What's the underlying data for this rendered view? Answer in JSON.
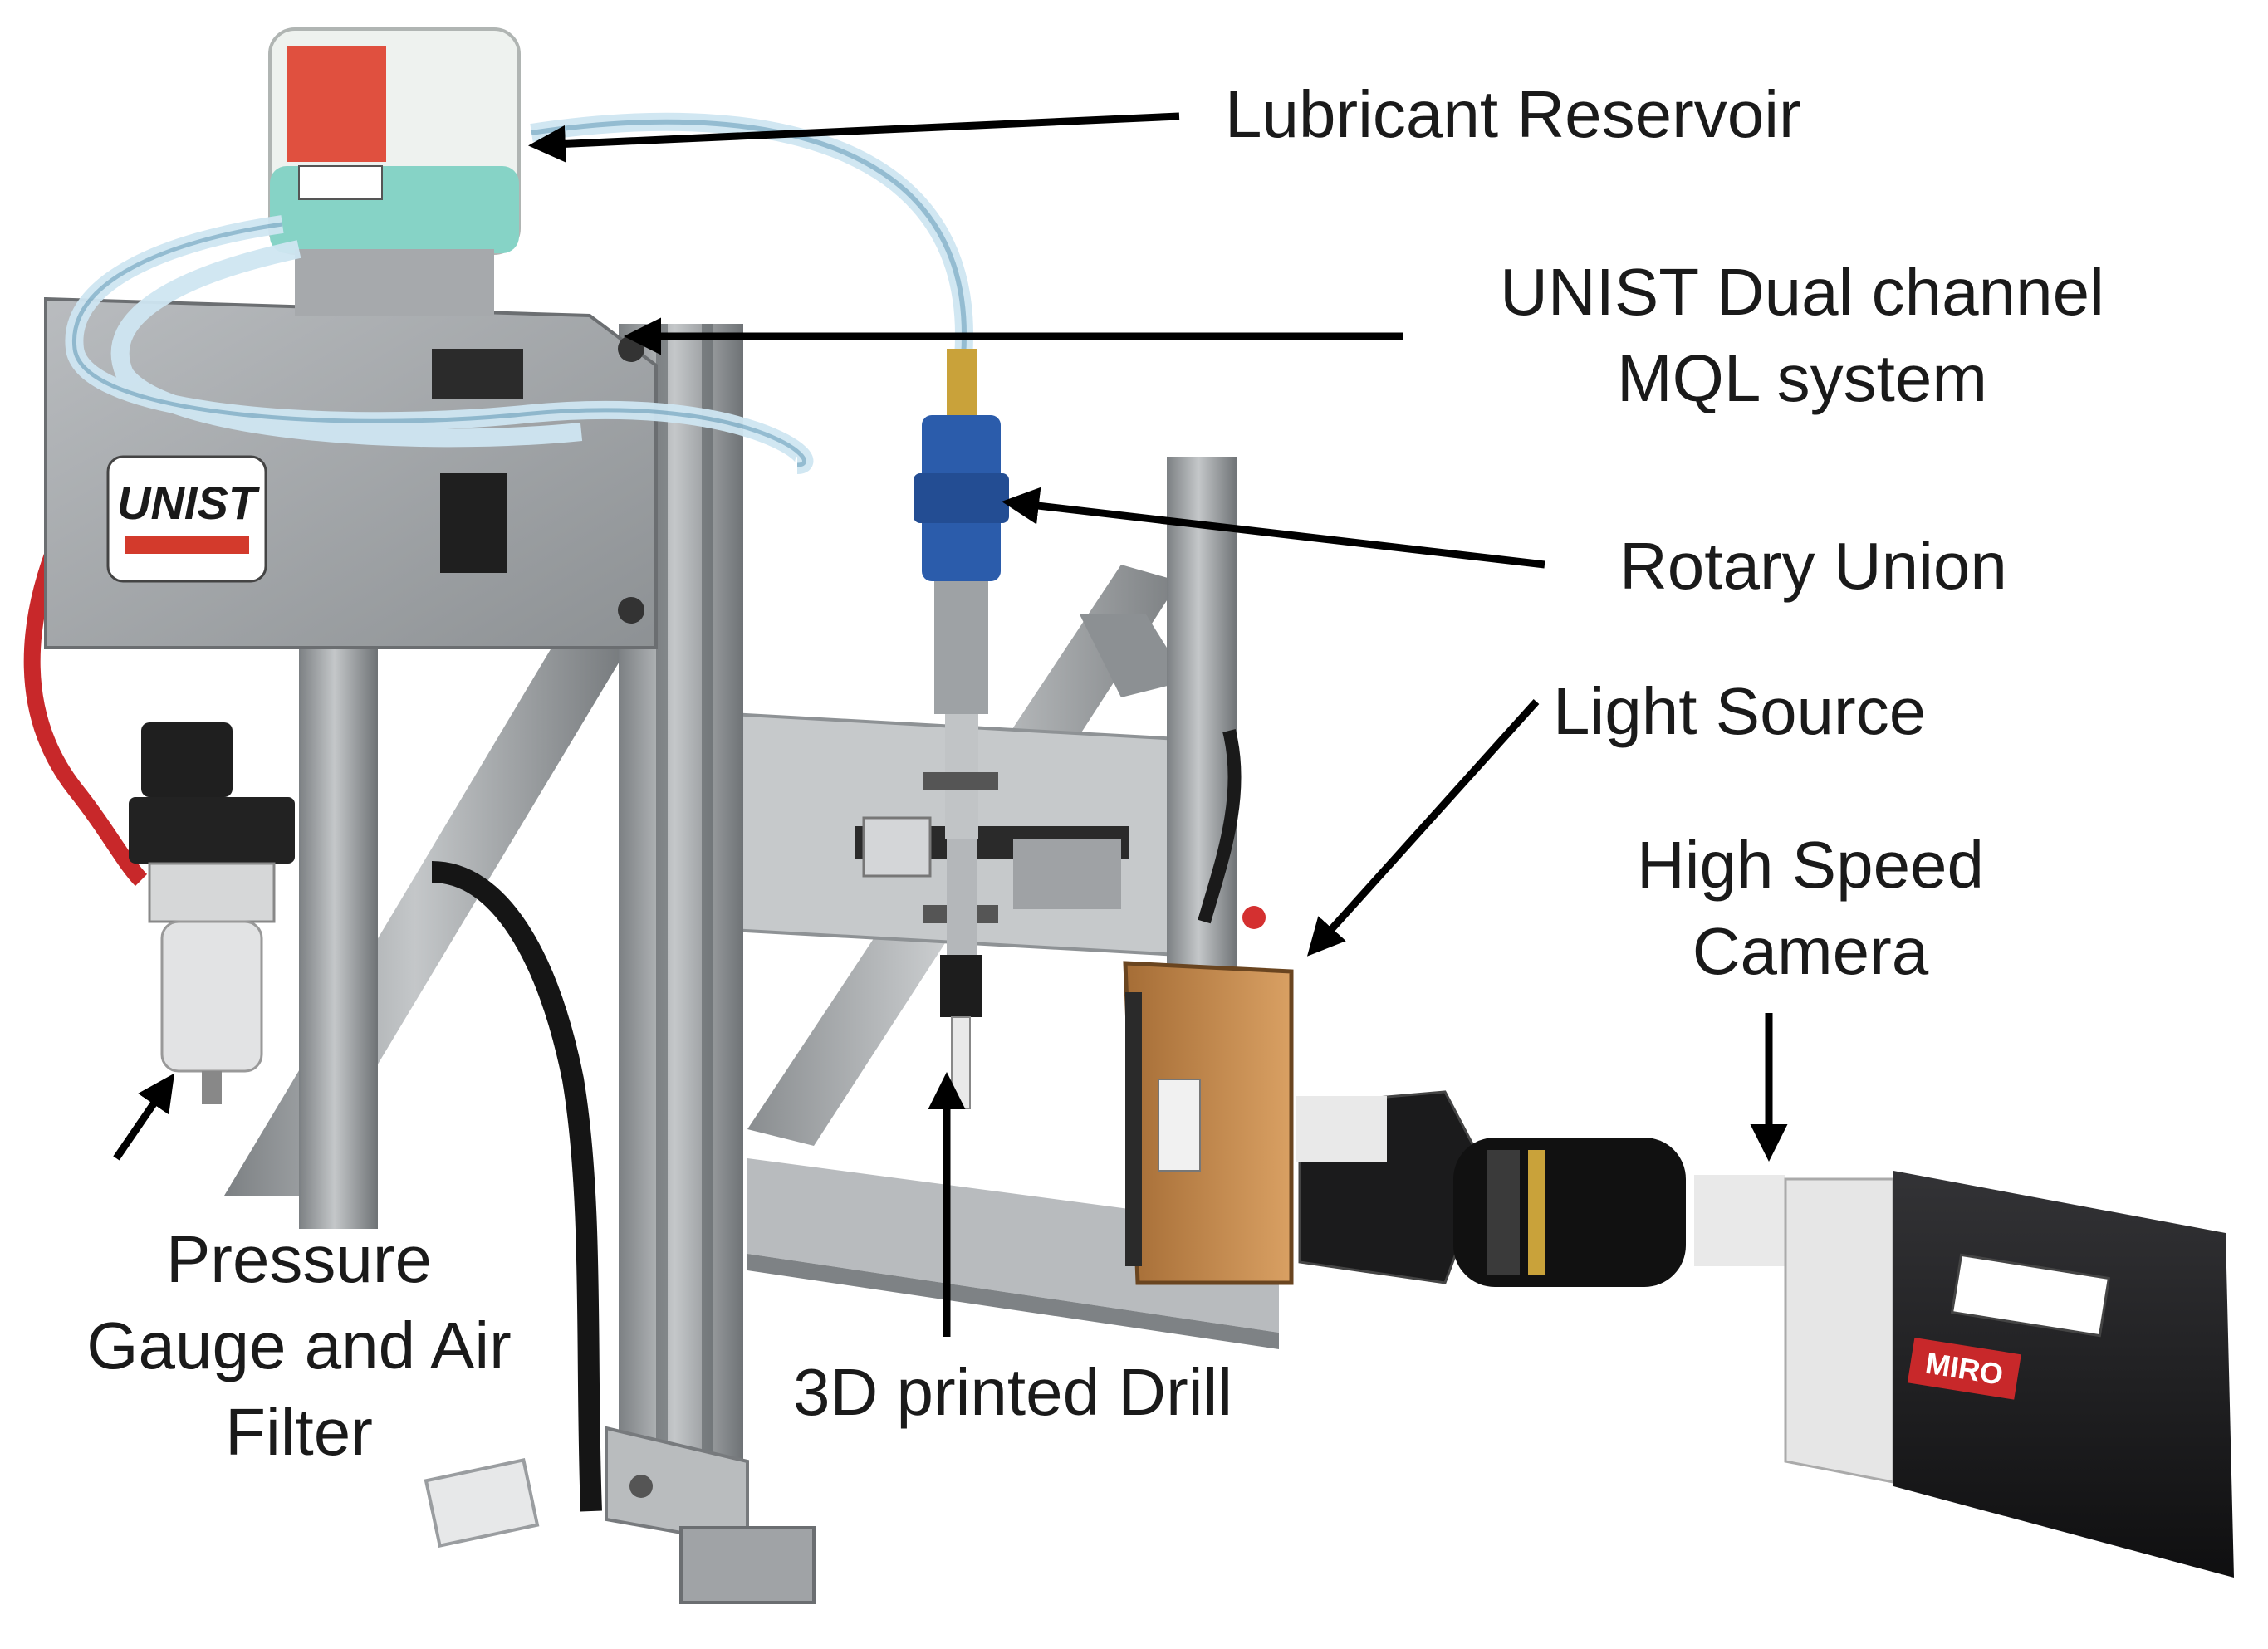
{
  "figure": {
    "colors": {
      "background": "#ffffff",
      "aluminum": "#a7aaac",
      "aluminum_dark": "#6f7376",
      "plate": "#c9cbcc",
      "reservoir_body": "#eef2ef",
      "reservoir_fluid": "#86d3c6",
      "reservoir_label": "#e0503f",
      "tubing": "#cfe6f2",
      "red_hose": "#c8282a",
      "rotary_union": "#2b5cab",
      "light_source": "#c98a4b",
      "camera_body": "#1d1d1f",
      "camera_head": "#e6e6e6",
      "arrow": "#000000",
      "text": "#1a1a1a"
    },
    "unit_badge_text": "UNIST",
    "camera_badge_text": "MIRO",
    "labels": {
      "lubricant_reservoir": "Lubricant Reservoir",
      "mql_system_line1": "UNIST Dual channel",
      "mql_system_line2": "MQL system",
      "rotary_union": "Rotary Union",
      "light_source": "Light Source",
      "camera_line1": "High Speed",
      "camera_line2": "Camera",
      "pressure_line1": "Pressure",
      "pressure_line2": "Gauge and Air",
      "pressure_line3": "Filter",
      "drill": "3D printed Drill"
    }
  }
}
